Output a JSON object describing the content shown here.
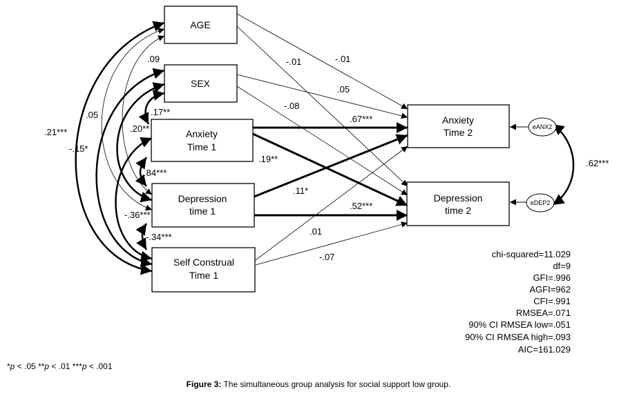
{
  "diagram": {
    "type": "path-analysis",
    "nodes": {
      "age": {
        "lines": [
          "AGE"
        ]
      },
      "sex": {
        "lines": [
          "SEX"
        ]
      },
      "anx1": {
        "lines": [
          "Anxiety",
          "Time 1"
        ]
      },
      "dep1": {
        "lines": [
          "Depression",
          "time 1"
        ]
      },
      "self1": {
        "lines": [
          "Self Construal",
          "Time 1"
        ]
      },
      "anx2": {
        "lines": [
          "Anxiety",
          "Time 2"
        ]
      },
      "dep2": {
        "lines": [
          "Depression",
          "time 2"
        ]
      }
    },
    "error_terms": {
      "eanx2": {
        "label": "eANX2",
        "target": "anx2"
      },
      "edep2": {
        "label": "eDEP2",
        "target": "dep2"
      }
    },
    "paths": [
      {
        "from": "age",
        "to": "anx2",
        "coef": "-.01",
        "weight": "thin"
      },
      {
        "from": "age",
        "to": "dep2",
        "coef": "-.01",
        "weight": "thin"
      },
      {
        "from": "sex",
        "to": "anx2",
        "coef": ".05",
        "weight": "thin"
      },
      {
        "from": "sex",
        "to": "dep2",
        "coef": "-.08",
        "weight": "thin"
      },
      {
        "from": "anx1",
        "to": "anx2",
        "coef": ".67***",
        "weight": "thick"
      },
      {
        "from": "anx1",
        "to": "dep2",
        "coef": ".19**",
        "weight": "thick"
      },
      {
        "from": "dep1",
        "to": "anx2",
        "coef": ".11*",
        "weight": "thick"
      },
      {
        "from": "dep1",
        "to": "dep2",
        "coef": ".52***",
        "weight": "thick"
      },
      {
        "from": "self1",
        "to": "anx2",
        "coef": ".01",
        "weight": "thin"
      },
      {
        "from": "self1",
        "to": "dep2",
        "coef": "-.07",
        "weight": "thin"
      }
    ],
    "correlations": [
      {
        "a": "age",
        "b": "sex",
        "coef": ".09",
        "weight": "thin"
      },
      {
        "a": "age",
        "b": "anx1",
        "coef": ".05",
        "weight": "thin"
      },
      {
        "a": "age",
        "b": "self1",
        "coef": ".21***",
        "weight": "thick"
      },
      {
        "a": "age",
        "b": "dep1",
        "coef": "",
        "weight": "thin"
      },
      {
        "a": "sex",
        "b": "anx1",
        "coef": ".17**",
        "weight": "thick"
      },
      {
        "a": "sex",
        "b": "dep1",
        "coef": ".20**",
        "weight": "thick"
      },
      {
        "a": "sex",
        "b": "self1",
        "coef": "-.15*",
        "weight": "thick"
      },
      {
        "a": "anx1",
        "b": "dep1",
        "coef": ".84***",
        "weight": "thick"
      },
      {
        "a": "anx1",
        "b": "self1",
        "coef": "-.36***",
        "weight": "thick"
      },
      {
        "a": "dep1",
        "b": "self1",
        "coef": "-.34***",
        "weight": "thick"
      },
      {
        "a": "eanx2",
        "b": "edep2",
        "coef": ".62***",
        "weight": "thick"
      }
    ]
  },
  "fit_indices": [
    "chi-squared=11.029",
    "df=9",
    "GFI=.996",
    "AGFI=962",
    "CFI=.991",
    "RMSEA=.071",
    "90% CI RMSEA low=.051",
    "90% CI RMSEA high=.093",
    "AIC=161.029"
  ],
  "footnote": {
    "parts": [
      {
        "stars": "*",
        "p": "p",
        "rest": " < .05 "
      },
      {
        "stars": "**",
        "p": "p",
        "rest": " < .01 "
      },
      {
        "stars": "***",
        "p": "p",
        "rest": " < .001"
      }
    ]
  },
  "caption": {
    "label": "Figure 3:",
    "text": " The simultaneous group analysis for social support low group."
  }
}
